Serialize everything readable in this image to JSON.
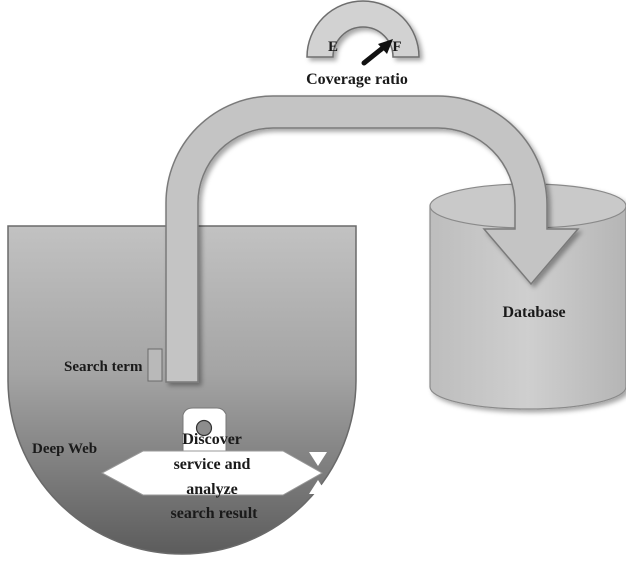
{
  "gauge": {
    "left_mark": "E",
    "right_mark": "F",
    "label": "Coverage ratio"
  },
  "database": {
    "label": "Database"
  },
  "deep_web": {
    "label": "Deep Web",
    "search_term": "Search term",
    "process_lines": [
      "Discover",
      "service and",
      "analyze",
      "search result"
    ]
  }
}
